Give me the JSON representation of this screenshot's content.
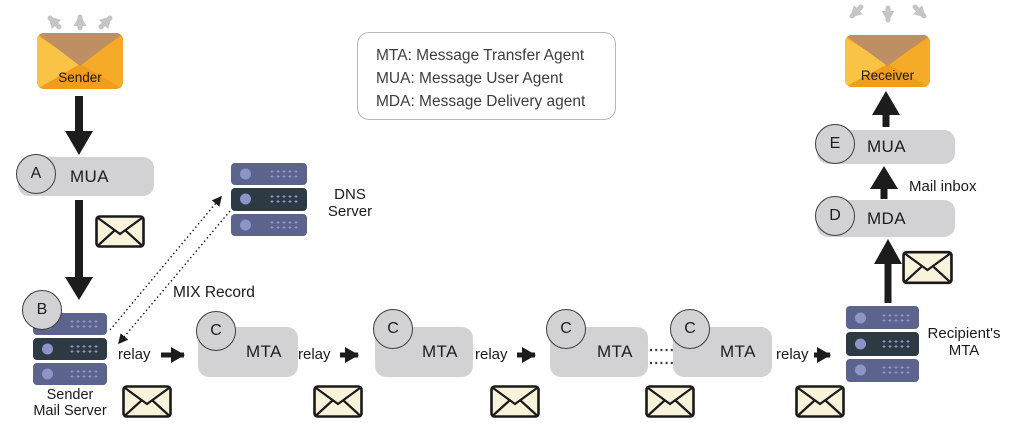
{
  "legend": {
    "lines": [
      "MTA: Message Transfer Agent",
      "MUA: Message User Agent",
      "MDA: Message Delivery agent"
    ]
  },
  "endpoints": {
    "sender_label": "Sender",
    "receiver_label": "Receiver"
  },
  "nodes": {
    "mua_a": {
      "badge": "A",
      "label": "MUA"
    },
    "sender_server": {
      "badge": "B",
      "name_line1": "Sender",
      "name_line2": "Mail Server"
    },
    "dns_server": {
      "name_line1": "DNS",
      "name_line2": "Server"
    },
    "mta_1": {
      "badge": "C",
      "label": "MTA"
    },
    "mta_2": {
      "badge": "C",
      "label": "MTA"
    },
    "mta_3": {
      "badge": "C",
      "label": "MTA"
    },
    "mta_4": {
      "badge": "C",
      "label": "MTA"
    },
    "recipient_server": {
      "name_line1": "Recipient's",
      "name_line2": "MTA"
    },
    "mda_d": {
      "badge": "D",
      "label": "MDA"
    },
    "mua_e": {
      "badge": "E",
      "label": "MUA"
    }
  },
  "annotations": {
    "mix_record": "MIX Record",
    "mail_inbox": "Mail inbox",
    "relay": "relay"
  },
  "icons": {
    "sender_envelope": "orange-envelope-icon",
    "receiver_envelope": "orange-envelope-icon",
    "mail": "sealed-letter-envelope-icon",
    "server": "server-rack-icon",
    "broadcast_arrows": "gray-direction-arrows"
  },
  "colors": {
    "box_gray": "#d2d2d4",
    "arrow_black": "#1c1c1c",
    "arrow_gray": "#c5c5c5",
    "envelope_orange": "#f6ab28",
    "envelope_orange_light": "#f9c445",
    "envelope_orange_dark": "#f09c1c",
    "envelope_flap_tan": "#bd8f63",
    "mail_cream": "#faf3dc",
    "server_slab": "#5c648e",
    "server_slab_dark": "#2e3a43",
    "server_dot": "#8b95c7",
    "legend_border": "#b9b9b9"
  }
}
